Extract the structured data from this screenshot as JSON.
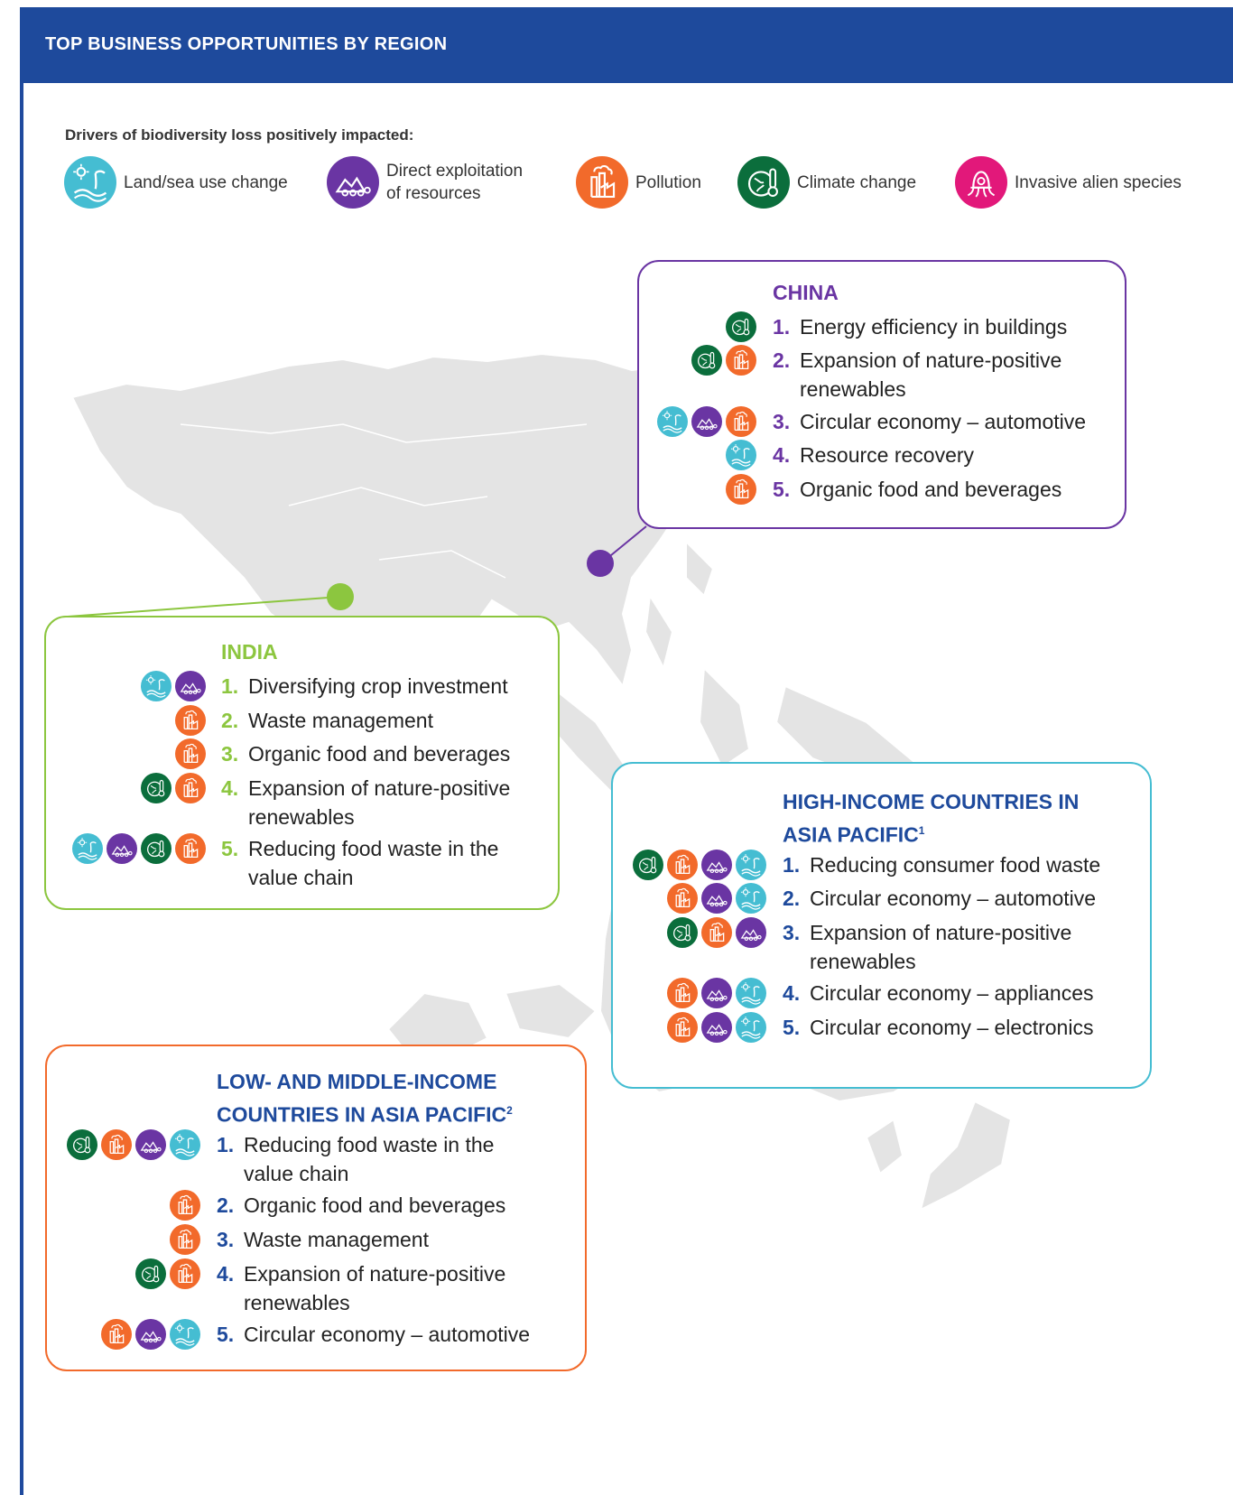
{
  "header": {
    "title": "TOP BUSINESS OPPORTUNITIES BY REGION"
  },
  "colors": {
    "land": "#45bdd2",
    "exploit": "#6a35a3",
    "pollution": "#f26a2b",
    "climate": "#0b6e3c",
    "invasive": "#e2187a",
    "china": "#6a35a3",
    "india": "#8cc63f",
    "high_income": "#45bdd2",
    "low_income": "#f26a2b",
    "number_blue": "#1e4a9c"
  },
  "legend": {
    "label": "Drivers of biodiversity loss positively impacted:",
    "items": [
      {
        "icon": "land-sea-icon",
        "label_line1": "Land/sea use change",
        "label_line2": ""
      },
      {
        "icon": "resources-icon",
        "label_line1": "Direct exploitation",
        "label_line2": "of resources"
      },
      {
        "icon": "pollution-icon",
        "label_line1": "Pollution",
        "label_line2": ""
      },
      {
        "icon": "climate-icon",
        "label_line1": "Climate change",
        "label_line2": ""
      },
      {
        "icon": "invasive-icon",
        "label_line1": "Invasive alien species",
        "label_line2": ""
      }
    ]
  },
  "regions": {
    "china": {
      "title_line1": "CHINA",
      "title_line2": "",
      "footnote": "",
      "items": [
        {
          "num": "1.",
          "line1": "Energy efficiency in buildings",
          "line2": "",
          "icons": [
            "climate"
          ]
        },
        {
          "num": "2.",
          "line1": "Expansion of nature-positive",
          "line2": "renewables",
          "icons": [
            "climate",
            "pollution"
          ]
        },
        {
          "num": "3.",
          "line1": "Circular economy – automotive",
          "line2": "",
          "icons": [
            "land",
            "exploit",
            "pollution"
          ]
        },
        {
          "num": "4.",
          "line1": "Resource recovery",
          "line2": "",
          "icons": [
            "land"
          ]
        },
        {
          "num": "5.",
          "line1": "Organic food and beverages",
          "line2": "",
          "icons": [
            "pollution"
          ]
        }
      ]
    },
    "india": {
      "title_line1": "INDIA",
      "title_line2": "",
      "footnote": "",
      "items": [
        {
          "num": "1.",
          "line1": "Diversifying crop investment",
          "line2": "",
          "icons": [
            "land",
            "exploit"
          ]
        },
        {
          "num": "2.",
          "line1": "Waste management",
          "line2": "",
          "icons": [
            "pollution"
          ]
        },
        {
          "num": "3.",
          "line1": "Organic food and beverages",
          "line2": "",
          "icons": [
            "pollution"
          ]
        },
        {
          "num": "4.",
          "line1": "Expansion of nature-positive",
          "line2": "renewables",
          "icons": [
            "climate",
            "pollution"
          ]
        },
        {
          "num": "5.",
          "line1": "Reducing food waste in the",
          "line2": "value chain",
          "icons": [
            "land",
            "exploit",
            "climate",
            "pollution"
          ]
        }
      ]
    },
    "high_income": {
      "title_line1": "HIGH-INCOME COUNTRIES IN",
      "title_line2": "ASIA PACIFIC",
      "footnote": "1",
      "items": [
        {
          "num": "1.",
          "line1": "Reducing consumer food waste",
          "line2": "",
          "icons": [
            "climate",
            "pollution",
            "exploit",
            "land"
          ]
        },
        {
          "num": "2.",
          "line1": "Circular economy – automotive",
          "line2": "",
          "icons": [
            "pollution",
            "exploit",
            "land"
          ]
        },
        {
          "num": "3.",
          "line1": "Expansion of nature-positive",
          "line2": "renewables",
          "icons": [
            "climate",
            "pollution",
            "exploit"
          ]
        },
        {
          "num": "4.",
          "line1": "Circular economy – appliances",
          "line2": "",
          "icons": [
            "pollution",
            "exploit",
            "land"
          ]
        },
        {
          "num": "5.",
          "line1": "Circular economy – electronics",
          "line2": "",
          "icons": [
            "pollution",
            "exploit",
            "land"
          ]
        }
      ]
    },
    "low_income": {
      "title_line1": "LOW- AND MIDDLE-INCOME",
      "title_line2": "COUNTRIES IN ASIA PACIFIC",
      "footnote": "2",
      "items": [
        {
          "num": "1.",
          "line1": "Reducing food waste in the",
          "line2": "value chain",
          "icons": [
            "climate",
            "pollution",
            "exploit",
            "land"
          ]
        },
        {
          "num": "2.",
          "line1": "Organic food and beverages",
          "line2": "",
          "icons": [
            "pollution"
          ]
        },
        {
          "num": "3.",
          "line1": "Waste management",
          "line2": "",
          "icons": [
            "pollution"
          ]
        },
        {
          "num": "4.",
          "line1": "Expansion of nature-positive",
          "line2": "renewables",
          "icons": [
            "climate",
            "pollution"
          ]
        },
        {
          "num": "5.",
          "line1": "Circular economy – automotive",
          "line2": "",
          "icons": [
            "pollution",
            "exploit",
            "land"
          ]
        }
      ]
    }
  }
}
